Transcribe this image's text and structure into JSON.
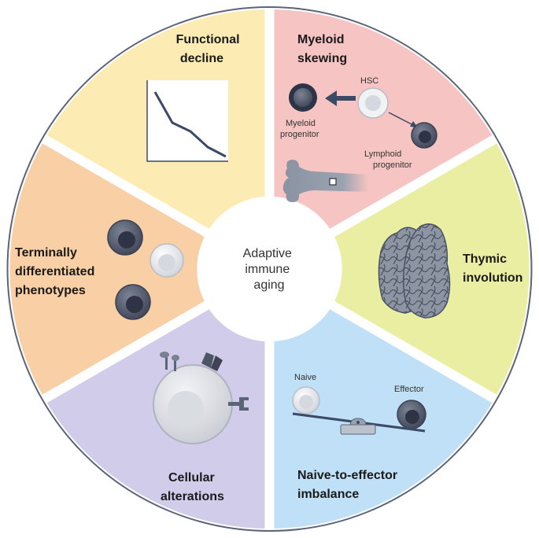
{
  "center": {
    "lines": [
      "Adaptive",
      "immune",
      "aging"
    ]
  },
  "segments": {
    "myeloid_skewing": {
      "title": [
        "Myeloid",
        "skewing"
      ],
      "labels": {
        "hsc": "HSC",
        "myeloid": [
          "Myeloid",
          "progenitor"
        ],
        "lymphoid": [
          "Lymphoid",
          "progenitor"
        ]
      },
      "color": "#f6c4c2"
    },
    "thymic_involution": {
      "title": [
        "Thymic",
        "involution"
      ],
      "color": "#e9eea3"
    },
    "naive_effector": {
      "title": [
        "Naive-to-effector",
        "imbalance"
      ],
      "labels": {
        "naive": "Naive",
        "effector": "Effector"
      },
      "color": "#bfe0f6"
    },
    "cellular_alterations": {
      "title": [
        "Cellular",
        "alterations"
      ],
      "color": "#d0cce9"
    },
    "terminally_differentiated": {
      "title": [
        "Terminally",
        "differentiated",
        "phenotypes"
      ],
      "color": "#f9cfa5"
    },
    "functional_decline": {
      "title": [
        "Functional",
        "decline"
      ],
      "color": "#fcecb3"
    }
  },
  "icons": {
    "myeloid": "myeloid-progenitor-cell-icon",
    "hsc": "hsc-cell-icon",
    "lymphoid": "lymphoid-progenitor-cell-icon",
    "bone": "bone-icon",
    "thymus": "thymus-icon",
    "seesaw": "seesaw-icon",
    "cell": "altered-cell-icon",
    "chart": "decline-line-chart-icon"
  },
  "colors": {
    "dark_cell": "#4e5566",
    "light_cell": "#dfe2e7",
    "arrow": "#3c4a66",
    "ring": "#5c6478"
  }
}
